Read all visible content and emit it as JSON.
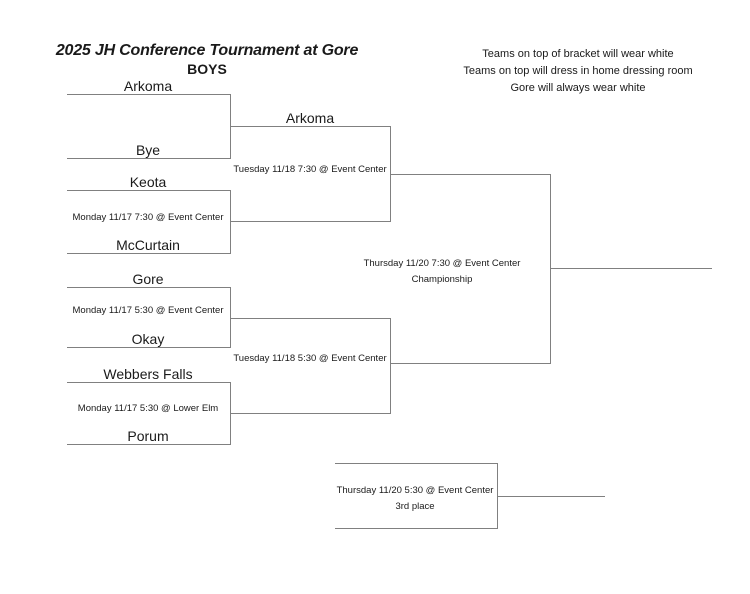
{
  "page": {
    "title": "2025 JH Conference Tournament at Gore",
    "division": "BOYS"
  },
  "notes": {
    "line1": "Teams on top of bracket will wear white",
    "line2": "Teams on top will dress in home dressing room",
    "line3": "Gore will always wear white"
  },
  "bracket": {
    "round1": {
      "match1": {
        "top": "Arkoma",
        "bottom": "Bye"
      },
      "match2": {
        "top": "Keota",
        "bottom": "McCurtain",
        "info": "Monday 11/17 7:30 @ Event Center"
      },
      "match3": {
        "top": "Gore",
        "bottom": "Okay",
        "info": "Monday 11/17 5:30 @ Event Center"
      },
      "match4": {
        "top": "Webbers Falls",
        "bottom": "Porum",
        "info": "Monday 11/17 5:30 @ Lower Elm"
      }
    },
    "semifinal1": {
      "advancer": "Arkoma",
      "info": "Tuesday 11/18 7:30 @ Event Center"
    },
    "semifinal2": {
      "info": "Tuesday 11/18 5:30 @ Event Center"
    },
    "championship": {
      "info": "Thursday 11/20 7:30 @ Event Center",
      "label": "Championship"
    },
    "third_place": {
      "info": "Thursday 11/20 5:30 @ Event Center",
      "label": "3rd place"
    }
  },
  "colors": {
    "line": "#808080",
    "text": "#1a1a1a",
    "background": "#ffffff"
  }
}
